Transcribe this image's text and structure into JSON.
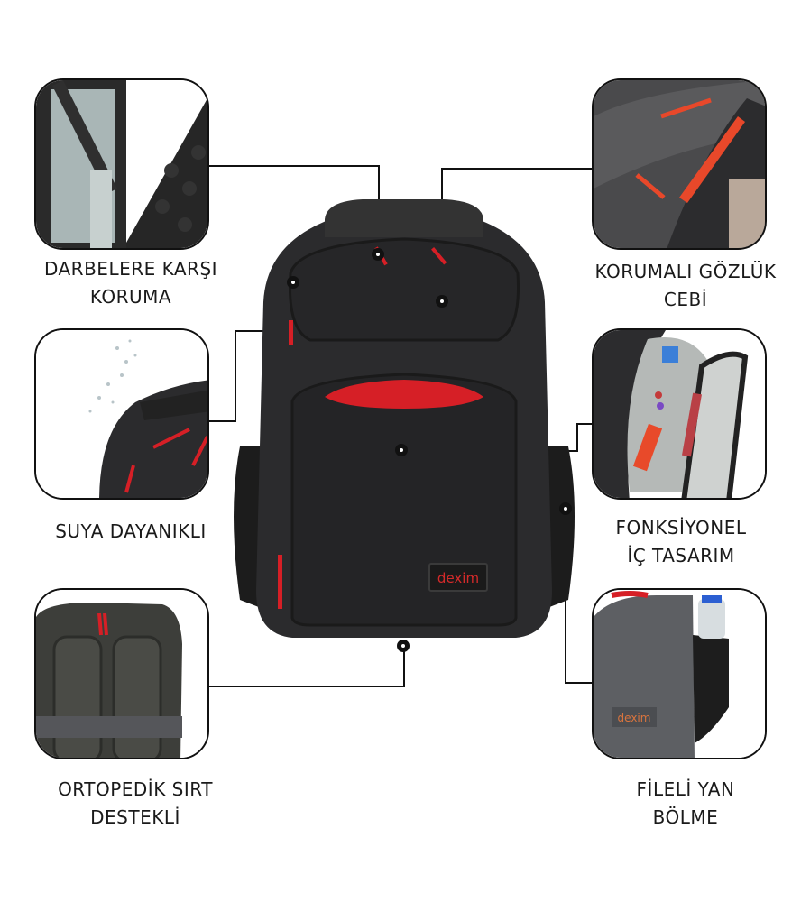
{
  "product": {
    "brand": "dexim",
    "brand_color": "#d42a2a",
    "accent_color": "#d61f26",
    "body_color": "#2b2b2d"
  },
  "features": [
    {
      "id": "impact",
      "label_line1": "DARBELERE KARŞI",
      "label_line2": "KORUMA",
      "position": "top-left",
      "image": "padded-laptop-compartment"
    },
    {
      "id": "glasses",
      "label_line1": "KORUMALI GÖZLÜK",
      "label_line2": "CEBİ",
      "position": "top-right",
      "image": "protected-glasses-pocket"
    },
    {
      "id": "waterproof",
      "label_line1": "SUYA DAYANIKLI",
      "label_line2": "",
      "position": "middle-left",
      "image": "water-splash-on-bag"
    },
    {
      "id": "interior",
      "label_line1": "FONKSİYONEL",
      "label_line2": "İÇ TASARIM",
      "position": "middle-right",
      "image": "organizer-interior"
    },
    {
      "id": "back",
      "label_line1": "ORTOPEDİK SIRT",
      "label_line2": "DESTEKLİ",
      "position": "bottom-left",
      "image": "orthopedic-back-panel"
    },
    {
      "id": "side",
      "label_line1": "FİLELİ YAN",
      "label_line2": "BÖLME",
      "position": "bottom-right",
      "image": "mesh-side-pocket"
    }
  ]
}
